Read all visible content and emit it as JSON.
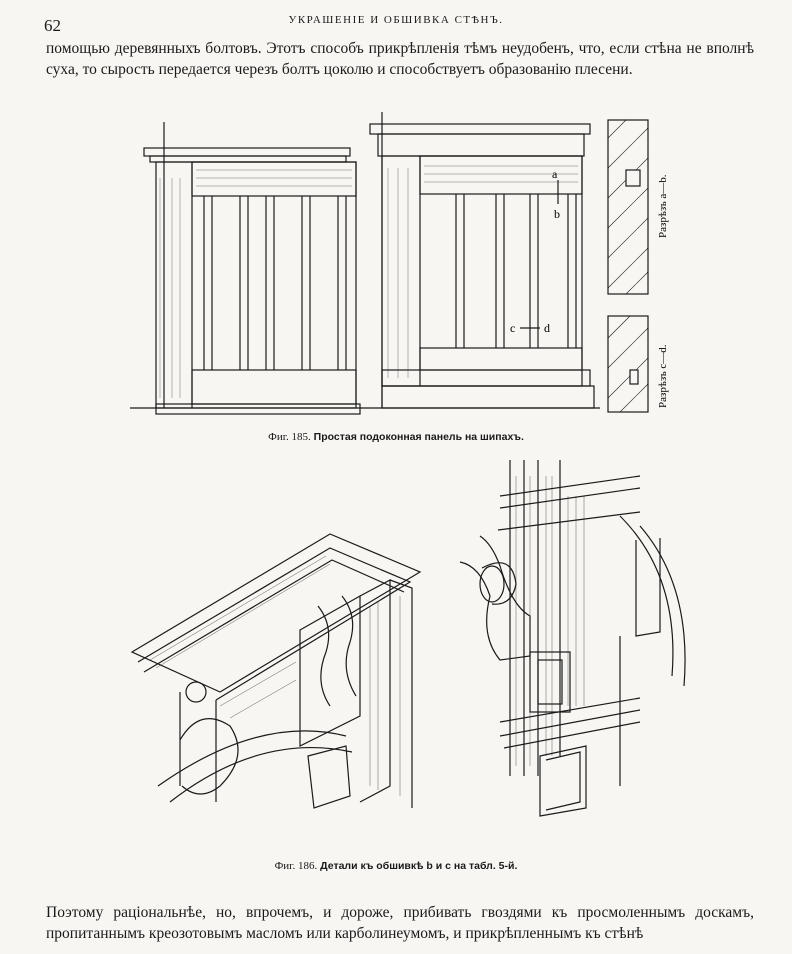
{
  "page": {
    "number": "62",
    "running_head": "УКРАШЕНІЕ И ОБШИВКА СТѢНЪ."
  },
  "text": {
    "paragraph_top": "помощью деревянныхъ болтовъ. Этотъ способъ прикрѣпленія тѣмъ неудобенъ, что, если стѣна не вполнѣ суха, то сырость передается черезъ болтъ цоколю и способствуетъ образованію плесени.",
    "paragraph_bottom": "Поэтому раціональнѣе, но, впрочемъ, и дороже, прибивать гвоздями къ просмоленнымъ доскамъ, пропитаннымъ креозотовымъ масломъ или карболинеумомъ, и прикрѣпленнымъ къ стѣнѣ"
  },
  "figures": {
    "fig185": {
      "label": "Фиг. 185.",
      "caption": "Простая подоконная панель на шипахъ.",
      "markers": {
        "a": "a",
        "b": "b",
        "c": "c",
        "d": "d"
      },
      "section_ab": "Разрѣзъ a—b.",
      "section_cd": "Разрѣзъ c—d."
    },
    "fig186": {
      "label": "Фиг. 186.",
      "caption": "Детали къ обшивкѣ b и c на табл. 5-й."
    }
  }
}
